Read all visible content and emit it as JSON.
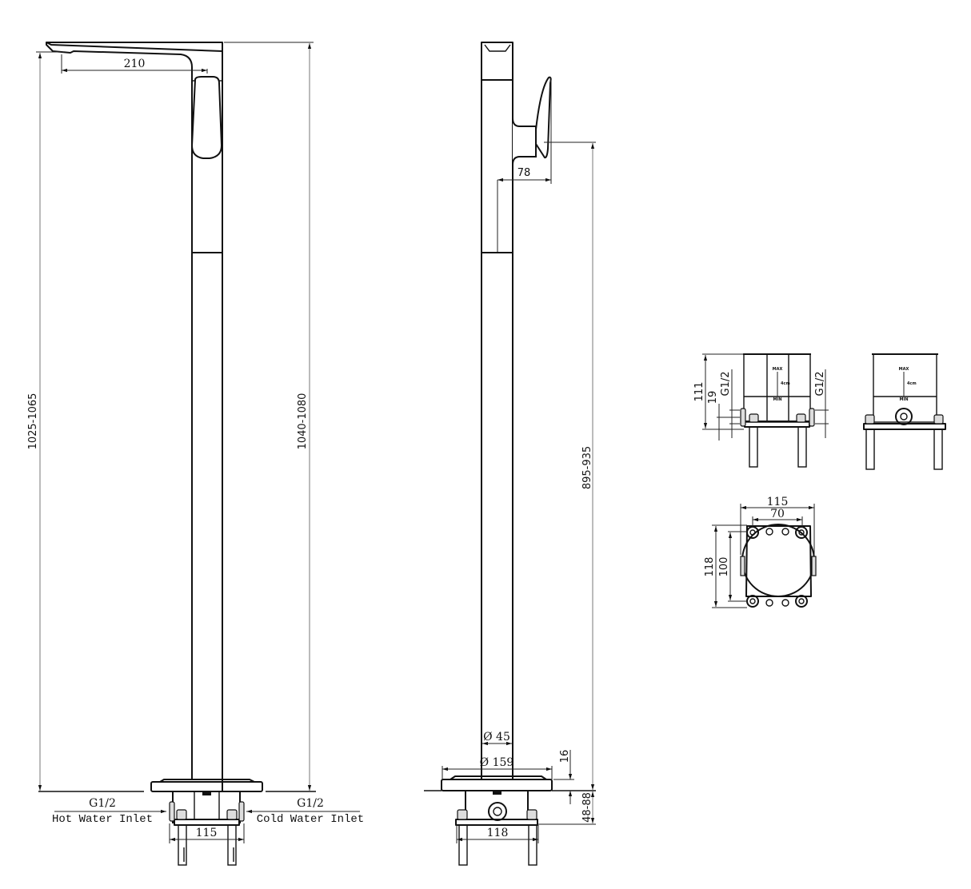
{
  "drawing": {
    "title": "Freestanding basin mixer technical drawing",
    "units": "mm",
    "line_color": "#111111",
    "background": "#ffffff"
  },
  "front_view": {
    "spout_reach": "210",
    "overall_height_left": "1025-1065",
    "overall_height_right": "1040-1080",
    "hot_inlet": {
      "thread": "G1/2",
      "label": "Hot Water Inlet"
    },
    "cold_inlet": {
      "thread": "G1/2",
      "label": "Cold Water Inlet"
    },
    "bracket_width": "115"
  },
  "side_view": {
    "handle_projection": "78",
    "handle_height": "895-935",
    "body_diameter": "Ø 45",
    "base_diameter": "Ø 159",
    "base_thickness": "16",
    "install_depth": "48-88",
    "bracket_width": "118"
  },
  "rough_in_box_front": {
    "height": "111",
    "inlet_offset": "19",
    "thread_left": "G1/2",
    "thread_right": "G1/2",
    "max_mark": "MAX",
    "min_mark": "MIN",
    "depth_mark": "4cm"
  },
  "rough_in_box_side": {
    "max_mark": "MAX",
    "min_mark": "MIN",
    "depth_mark": "4cm"
  },
  "rough_in_box_plan": {
    "outer_width": "115",
    "bolt_spacing": "70",
    "outer_height": "118",
    "inner_height": "100"
  }
}
